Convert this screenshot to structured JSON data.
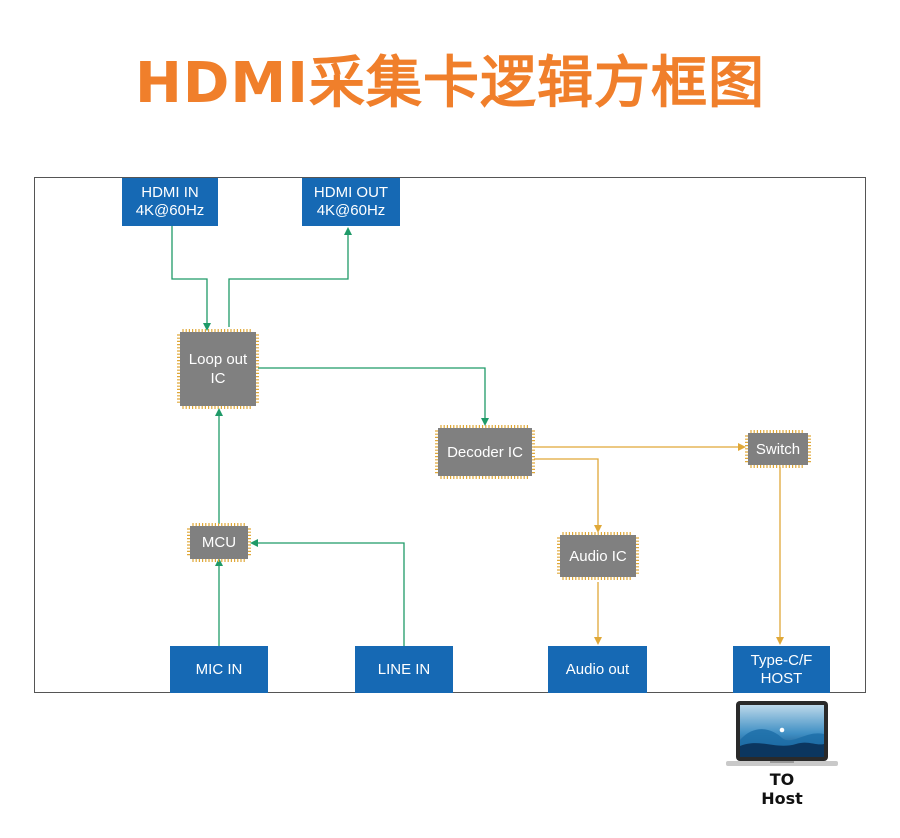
{
  "title": "HDMI采集卡逻辑方框图",
  "colors": {
    "title": "#f07f2b",
    "port": "#1669b4",
    "chip": "#808080",
    "chip_pins": "#e0a838",
    "green_wire": "#1f9a68",
    "orange_wire": "#e0a838",
    "frame": "#555555"
  },
  "ports": {
    "hdmi_in": "HDMI IN\n4K@60Hz",
    "hdmi_out": "HDMI OUT\n4K@60Hz",
    "mic_in": "MIC IN",
    "line_in": "LINE IN",
    "audio_out": "Audio out",
    "type_c": "Type-C/F\nHOST"
  },
  "chips": {
    "loop_out": "Loop out\nIC",
    "decoder": "Decoder IC",
    "mcu": "MCU",
    "audio_ic": "Audio IC",
    "switch": "Switch"
  },
  "host": {
    "line1": "TO",
    "line2": "Host",
    "icon": "laptop-icon"
  }
}
